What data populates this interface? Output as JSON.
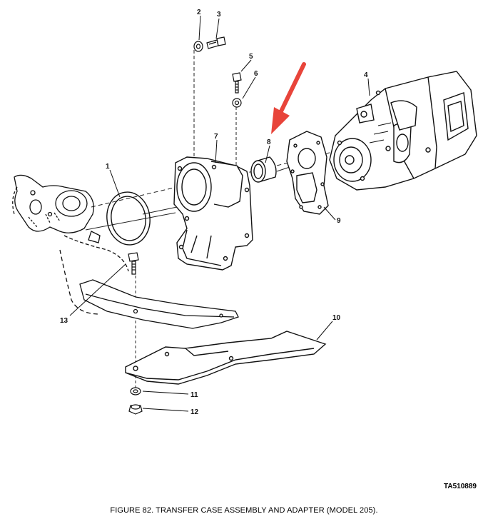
{
  "callouts": {
    "c1": "1",
    "c2": "2",
    "c3": "3",
    "c4": "4",
    "c5": "5",
    "c6": "6",
    "c7": "7",
    "c8": "8",
    "c9": "9",
    "c10": "10",
    "c11": "11",
    "c12": "12",
    "c13": "13"
  },
  "figure_id": "TA510889",
  "caption": "FIGURE 82. TRANSFER CASE ASSEMBLY AND ADAPTER (MODEL 205).",
  "colors": {
    "line": "#111111",
    "highlight_arrow": "#e8443a"
  }
}
